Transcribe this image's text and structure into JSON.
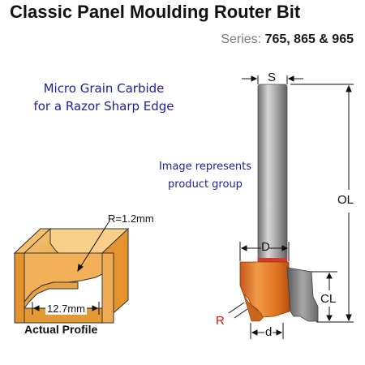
{
  "header": {
    "title": "Classic Panel Moulding Router Bit",
    "series_label": "Series:",
    "series_value": "765, 865 & 965"
  },
  "tagline": {
    "line1": "Micro Grain Carbide",
    "line2": "for a Razor Sharp Edge"
  },
  "note": {
    "line1": "Image represents",
    "line2": "product group"
  },
  "profile": {
    "radius_label": "R=1.2mm",
    "width_label": "12.7mm",
    "caption": "Actual Profile"
  },
  "dimensions": {
    "S": "S",
    "OL": "OL",
    "D": "D",
    "CL": "CL",
    "R": "R",
    "d": "d"
  },
  "colors": {
    "title": "#111111",
    "tagline_blue": "#1e1e9c",
    "bit_orange": "#e0731f",
    "shank_grey": "#8a8a8a",
    "profile_orange": "#e8a23c",
    "r_red": "#d21414"
  }
}
